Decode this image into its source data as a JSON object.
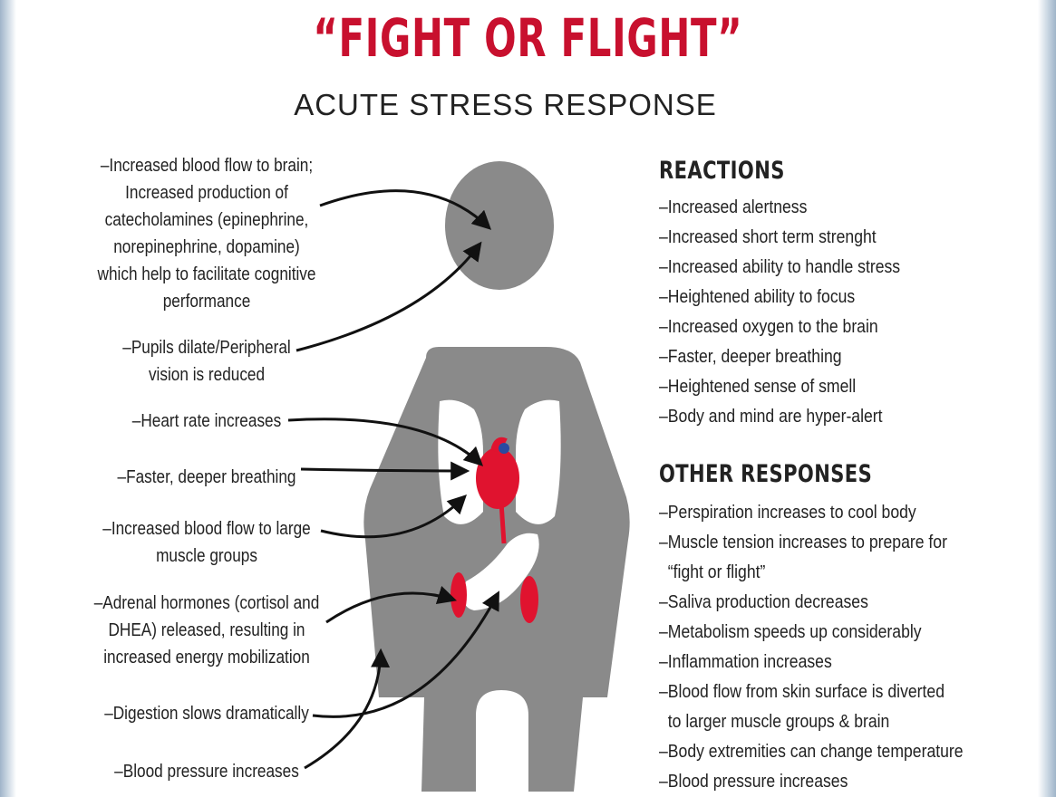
{
  "title": "“FIGHT OR FLIGHT”",
  "subtitle": "ACUTE STRESS RESPONSE",
  "left_labels": [
    [
      "–Increased blood flow to brain;",
      "Increased production of",
      "catecholamines (epinephrine,",
      "norepinephrine, dopamine)",
      "which help to facilitate cognitive",
      "performance"
    ],
    [
      "–Pupils dilate/Peripheral",
      "vision is reduced"
    ],
    [
      "–Heart rate increases"
    ],
    [
      "–Faster, deeper breathing"
    ],
    [
      "–Increased blood flow to large",
      "muscle groups"
    ],
    [
      "–Adrenal hormones (cortisol and",
      "DHEA) released, resulting in",
      "increased energy mobilization"
    ],
    [
      "–Digestion slows dramatically"
    ],
    [
      "–Blood pressure increases"
    ]
  ],
  "reactions": {
    "heading": "REACTIONS",
    "items": [
      "–Increased alertness",
      "–Increased short term strenght",
      "–Increased ability to handle stress",
      "–Heightened ability to focus",
      "–Increased oxygen to the brain",
      "–Faster, deeper breathing",
      "–Heightened sense of smell",
      "–Body and mind are hyper-alert"
    ]
  },
  "other_responses": {
    "heading": "OTHER RESPONSES",
    "items": [
      "–Perspiration increases to cool body",
      "–Muscle tension increases to prepare for",
      "  “fight or flight”",
      "–Saliva production decreases",
      "–Metabolism speeds up considerably",
      "–Inflammation increases",
      "–Blood flow from skin surface is diverted",
      "  to larger muscle groups & brain",
      "–Body extremities can change temperature",
      "–Blood pressure increases"
    ]
  },
  "colors": {
    "accent_red": "#c8102e",
    "organ_red": "#e0132f",
    "body_gray": "#8a8a8a",
    "text": "#222222"
  }
}
